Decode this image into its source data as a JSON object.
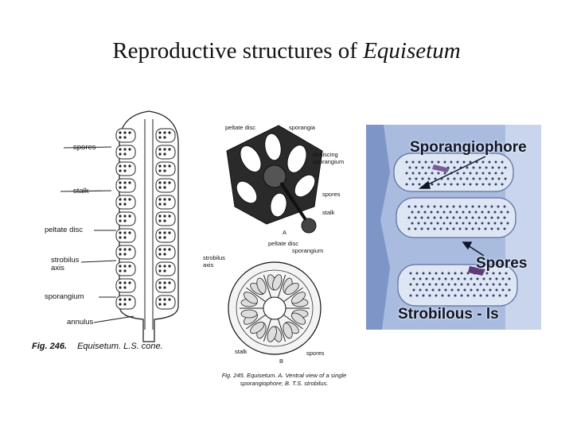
{
  "title": {
    "main": "Reproductive structures of ",
    "genus": "Equisetum"
  },
  "figure_left": {
    "labels": [
      "spores",
      "stalk",
      "peltate disc",
      "strobilus axis",
      "sporangium",
      "annulus"
    ],
    "caption_number": "Fig. 246.",
    "caption_text": "Equisetum. L.S. cone."
  },
  "figure_middle": {
    "labels_top": [
      "peltate disc",
      "sporangia",
      "dehiscing sporangium",
      "spores",
      "stalk",
      "A"
    ],
    "labels_bottom": [
      "peltate disc",
      "sporangium",
      "strobilus axis",
      "stalk",
      "spores",
      "B"
    ],
    "caption_number": "Fig. 245.",
    "caption_text": "Equisetum. A. Ventral view of a single sporangiophore; B. T.S. strobilus."
  },
  "figure_right": {
    "labels": [
      "Sporangiophore",
      "Spores",
      "Strobilous - ls"
    ],
    "colors": {
      "background": "#a9bcdf",
      "tissue": "#dfe6f3",
      "stain": "#5b6fa3"
    }
  }
}
